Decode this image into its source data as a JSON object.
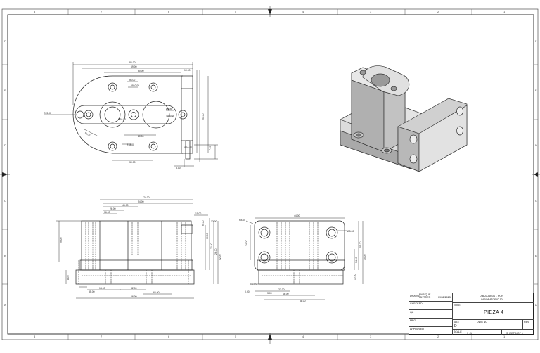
{
  "sheet": {
    "top_zones": [
      "8",
      "7",
      "6",
      "5",
      "4",
      "3",
      "2",
      "1"
    ],
    "side_zones": [
      "F",
      "E",
      "D",
      "C",
      "B",
      "A"
    ]
  },
  "dims": {
    "top_view": [
      "86.00",
      "69.00",
      "60.00",
      "10.00",
      "R23.00",
      "Ø8.00",
      "Ø10.00",
      "Ø2.80",
      "Ø6.50",
      "15.00",
      "R10.00",
      "R18.00",
      "20.00",
      "30.00",
      "50.00",
      "Ø10.00",
      "3.00",
      "7.00"
    ],
    "front_view": [
      "74.00",
      "54.00",
      "46.00",
      "26.00",
      "16.00",
      "11.00",
      "29.00",
      "8.00",
      "10.00",
      "20.00",
      "26.00",
      "14.00",
      "32.00",
      "66.00",
      "66.00",
      "35.00",
      "12.00",
      "52.00",
      "94.00"
    ],
    "side_view": [
      "R8.00",
      "44.00",
      "Ø8.00",
      "24.00",
      "55.00",
      "34.00",
      "15.00",
      "12.00",
      "0.00",
      "3.00",
      "27.00",
      "46.00",
      "10.00",
      "58.00"
    ]
  },
  "title_block": {
    "drawn_label": "DRAWN",
    "drawn_name": "ENRIQUE\nISNTTIER",
    "date": "09/11/2023",
    "checked_label": "CHECKED",
    "qa_label": "QA",
    "mfg_label": "MFG",
    "approved_label": "APPROVED",
    "company_line1": "DIBUJO ASIST. POR",
    "company_line2": "LABORATORIO 10",
    "title_label": "TITLE",
    "title": "PIEZA 4",
    "size_label": "SIZE",
    "size": "D",
    "dwg_label": "DWG NO",
    "rev_label": "REV",
    "scale_label": "SCALE",
    "scale": "1 : 1",
    "sheet_text": "SHEET 1 OF 1"
  }
}
